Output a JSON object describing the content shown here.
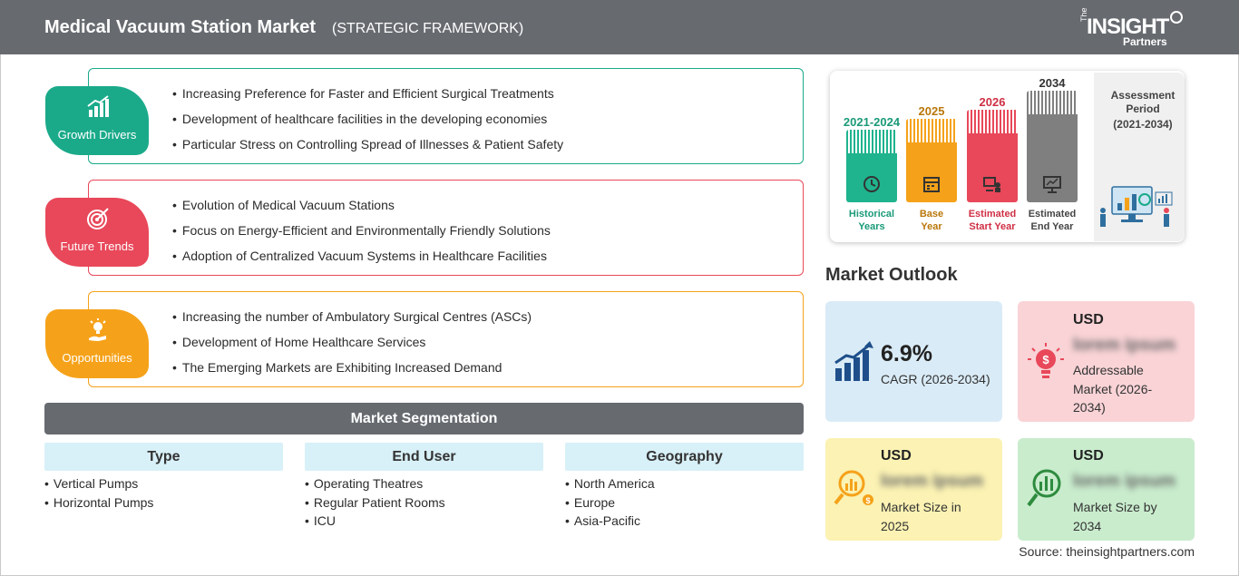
{
  "header": {
    "title": "Medical Vacuum Station Market",
    "subtitle": "(STRATEGIC FRAMEWORK)",
    "logo": {
      "the": "The",
      "insight": "INSIGHT",
      "partners": "Partners"
    }
  },
  "framework": [
    {
      "label": "Growth Drivers",
      "color": "#1aaa8a",
      "icon": "growth-chart-icon",
      "items": [
        "Increasing Preference for Faster and Efficient Surgical Treatments",
        "Development of healthcare facilities in the developing economies",
        "Particular Stress on Controlling Spread of Illnesses & Patient Safety"
      ]
    },
    {
      "label": "Future Trends",
      "color": "#e8485a",
      "icon": "target-icon",
      "items": [
        "Evolution of Medical Vacuum Stations",
        "Focus on Energy-Efficient and Environmentally Friendly Solutions",
        "Adoption of Centralized Vacuum Systems in Healthcare Facilities"
      ]
    },
    {
      "label": "Opportunities",
      "color": "#f5a21a",
      "icon": "lightbulb-hand-icon",
      "items": [
        "Increasing the number of Ambulatory Surgical Centres (ASCs)",
        "Development of Home Healthcare Services",
        "The Emerging Markets are Exhibiting Increased Demand"
      ]
    }
  ],
  "segmentation": {
    "title": "Market Segmentation",
    "columns": [
      {
        "head": "Type",
        "items": [
          "Vertical Pumps",
          "Horizontal Pumps"
        ]
      },
      {
        "head": "End User",
        "items": [
          "Operating Theatres",
          "Regular Patient Rooms",
          "ICU"
        ]
      },
      {
        "head": "Geography",
        "items": [
          "North America",
          "Europe",
          "Asia-Pacific"
        ]
      }
    ]
  },
  "timeline": {
    "bars": [
      {
        "year": "2021-2024",
        "label1": "Historical",
        "label2": "Years",
        "color": "#1fb38e",
        "year_color": "#1a9a78",
        "label_color": "#1a9a78",
        "icon": "history-clock-icon"
      },
      {
        "year": "2025",
        "label1": "Base",
        "label2": "Year",
        "color": "#f5a21a",
        "year_color": "#b9770a",
        "label_color": "#b9770a",
        "icon": "calendar-icon"
      },
      {
        "year": "2026",
        "label1": "Estimated",
        "label2": "Start Year",
        "color": "#e8485a",
        "year_color": "#cf2f44",
        "label_color": "#cf2f44",
        "icon": "presentation-icon"
      },
      {
        "year": "2034",
        "label1": "Estimated",
        "label2": "End Year",
        "color": "#7f7f7f",
        "year_color": "#333333",
        "label_color": "#444444",
        "icon": "monitor-chart-icon"
      }
    ],
    "assessment": {
      "line1": "Assessment",
      "line2": "Period",
      "line3": "(2021-2034)"
    }
  },
  "outlook": {
    "title": "Market Outlook",
    "cagr": {
      "value": "6.9%",
      "label": "CAGR (2026-2034)",
      "color": "#d9ebf6"
    },
    "addressable": {
      "usd": "USD",
      "value": "lorem ipsum",
      "label": "Addressable Market (2026-2034)",
      "color": "#f9d3d6"
    },
    "size2025": {
      "usd": "USD",
      "value": "lorem ipsum",
      "label": "Market Size in 2025",
      "color": "#fbf2b3"
    },
    "size2034": {
      "usd": "USD",
      "value": "lorem ipsum",
      "label": "Market Size by 2034",
      "color": "#c9eccd"
    }
  },
  "source": "Source: theinsightpartners.com"
}
